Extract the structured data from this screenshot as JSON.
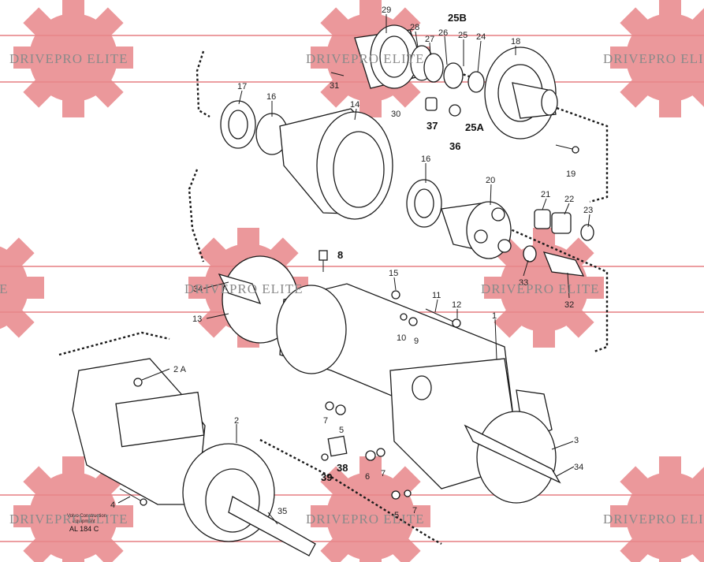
{
  "watermark": {
    "text": "DRIVEPRO ELITE",
    "color": "#e8878a"
  },
  "credit": {
    "line1": "Volvo Construction",
    "line2": "Equipment",
    "ref": "AL 184 C"
  },
  "callouts": {
    "c29": "29",
    "c28": "28",
    "c27": "27",
    "c26": "26",
    "c25": "25",
    "c24": "24",
    "c25B": "25B",
    "c25A": "25A",
    "c18": "18",
    "c31": "31",
    "c30": "30",
    "c37": "37",
    "c36": "36",
    "c19": "19",
    "c17": "17",
    "c16a": "16",
    "c14": "14",
    "c16b": "16",
    "c20": "20",
    "c21": "21",
    "c22": "22",
    "c23": "23",
    "c33": "33",
    "c32": "32",
    "c8": "8",
    "c34a": "34",
    "c13": "13",
    "c15": "15",
    "c11": "11",
    "c12": "12",
    "c10": "10",
    "c9": "9",
    "c1": "1",
    "c2A": "2 A",
    "c2": "2",
    "c7a": "7",
    "c5a": "5",
    "c3": "3",
    "c34b": "34",
    "c39": "39",
    "c38": "38",
    "c6": "6",
    "c7b": "7",
    "c4": "4",
    "c35": "35",
    "c5b": "5",
    "c7c": "7"
  }
}
